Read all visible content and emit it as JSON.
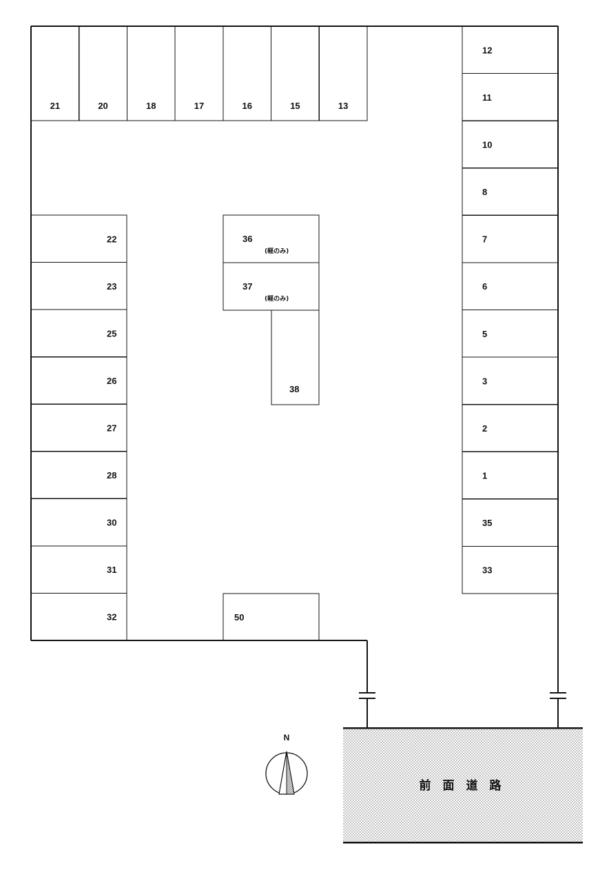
{
  "top_row": [
    "21",
    "20",
    "18",
    "17",
    "16",
    "15",
    "13"
  ],
  "left_column": [
    "22",
    "23",
    "25",
    "26",
    "27",
    "28",
    "30",
    "31",
    "32"
  ],
  "right_column": [
    "12",
    "11",
    "10",
    "8",
    "7",
    "6",
    "5",
    "3",
    "2",
    "1",
    "35",
    "33"
  ],
  "center": {
    "stall_36": "36",
    "stall_37": "37",
    "kei_only_note": "(軽のみ)",
    "stall_38": "38",
    "stall_50": "50"
  },
  "road": {
    "label": "前　面　道　路"
  },
  "compass": {
    "label": "N"
  },
  "colors": {
    "line": "#111111",
    "road_dot": "#555555",
    "background": "#ffffff"
  }
}
